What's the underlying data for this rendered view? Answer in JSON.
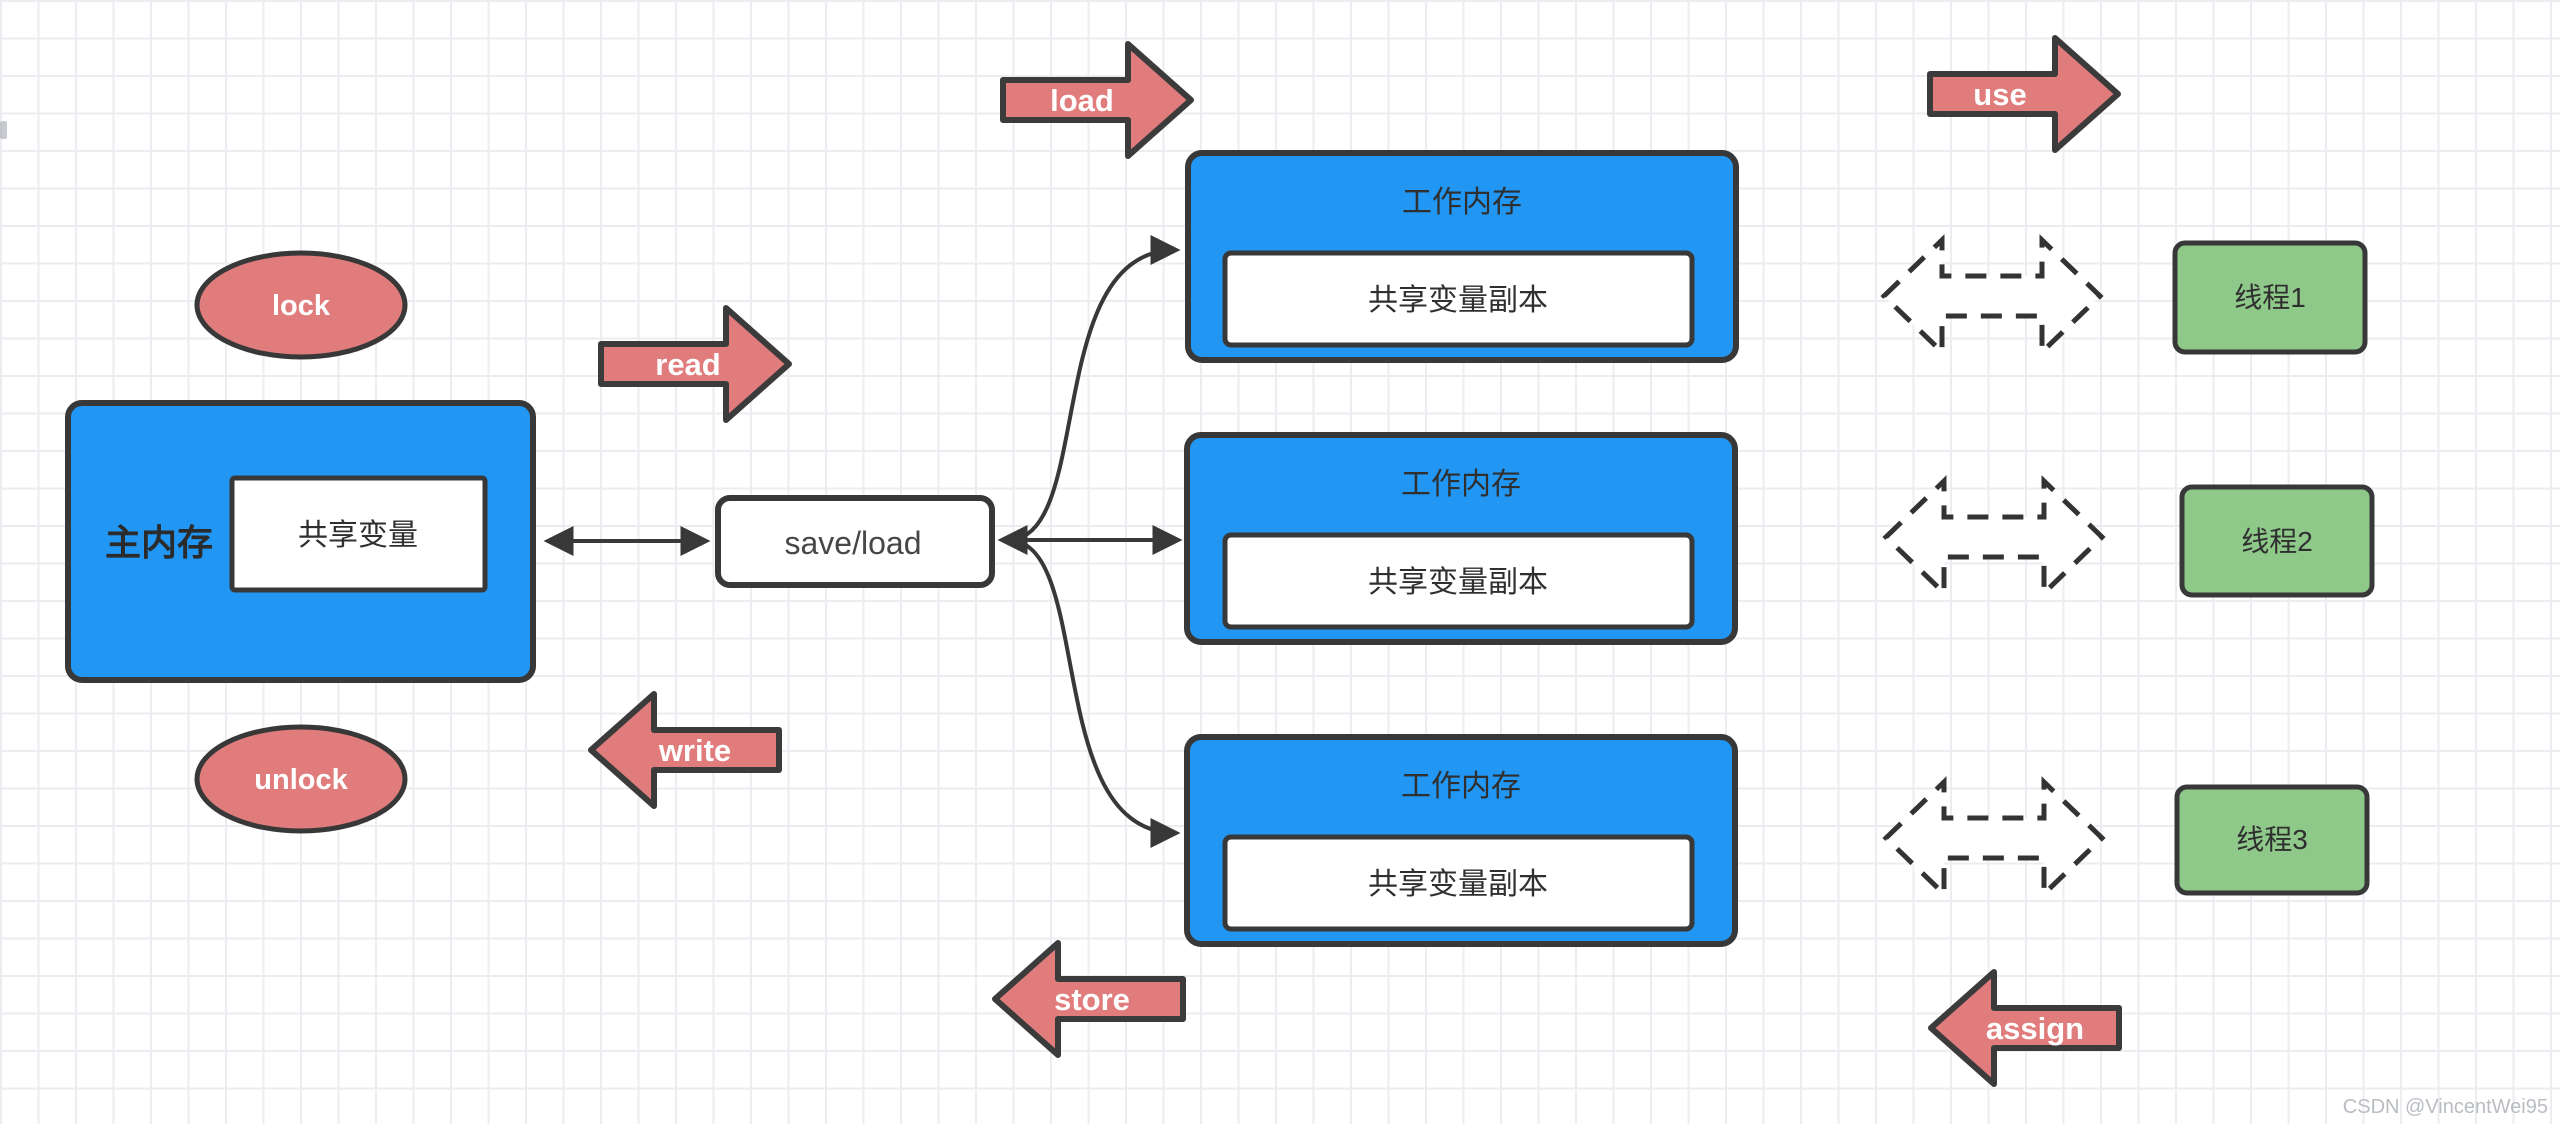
{
  "colors": {
    "node_blue": "#2196F3",
    "arrow_red": "#E07C7C",
    "thread_green": "#8FC98A",
    "border_dark": "#383838",
    "watermark_gray": "#B9BDC2"
  },
  "main_memory": {
    "label": "主内存",
    "shared_var": "共享变量"
  },
  "save_load": {
    "label": "save/load"
  },
  "working_memory": [
    {
      "title": "工作内存",
      "copy": "共享变量副本"
    },
    {
      "title": "工作内存",
      "copy": "共享变量副本"
    },
    {
      "title": "工作内存",
      "copy": "共享变量副本"
    }
  ],
  "threads": [
    {
      "label": "线程1"
    },
    {
      "label": "线程2"
    },
    {
      "label": "线程3"
    }
  ],
  "operations": {
    "lock": "lock",
    "unlock": "unlock",
    "read": "read",
    "write": "write",
    "load": "load",
    "store": "store",
    "use": "use",
    "assign": "assign"
  },
  "watermark": "CSDN @VincentWei95"
}
